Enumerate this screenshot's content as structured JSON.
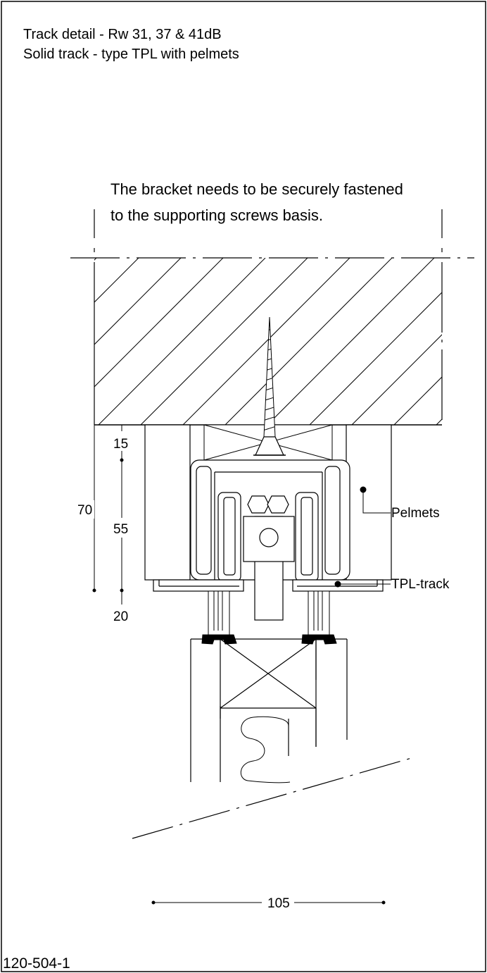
{
  "title": {
    "line1": "Track detail -  Rw 31, 37 & 41dB",
    "line2": "Solid track - type TPL with pelmets"
  },
  "note": {
    "line1": "The bracket needs to be securely fastened",
    "line2": "to the supporting screws basis."
  },
  "dimensions": {
    "total": "70",
    "top": "15",
    "middle": "55",
    "bottom": "20",
    "width": "105"
  },
  "labels": {
    "pelmets": "Pelmets",
    "tpl_track": "TPL-track"
  },
  "drawing_number": "120-504-1",
  "colors": {
    "line": "#000000",
    "background": "#ffffff"
  }
}
